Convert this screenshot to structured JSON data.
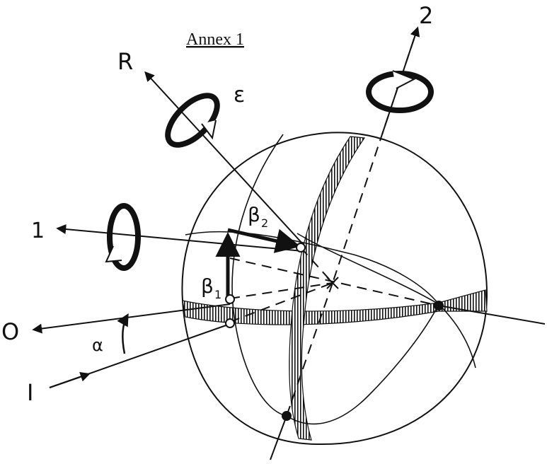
{
  "title": "Annex 1",
  "labels": {
    "axis_r": "R",
    "axis_1": "1",
    "axis_2": "2",
    "output": "O",
    "input": "I",
    "epsilon": "ε",
    "alpha": "α",
    "beta1": "β",
    "beta1_sub": "1",
    "beta2": "β",
    "beta2_sub": "2"
  },
  "colors": {
    "ink": "#111111",
    "paper": "#ffffff"
  }
}
